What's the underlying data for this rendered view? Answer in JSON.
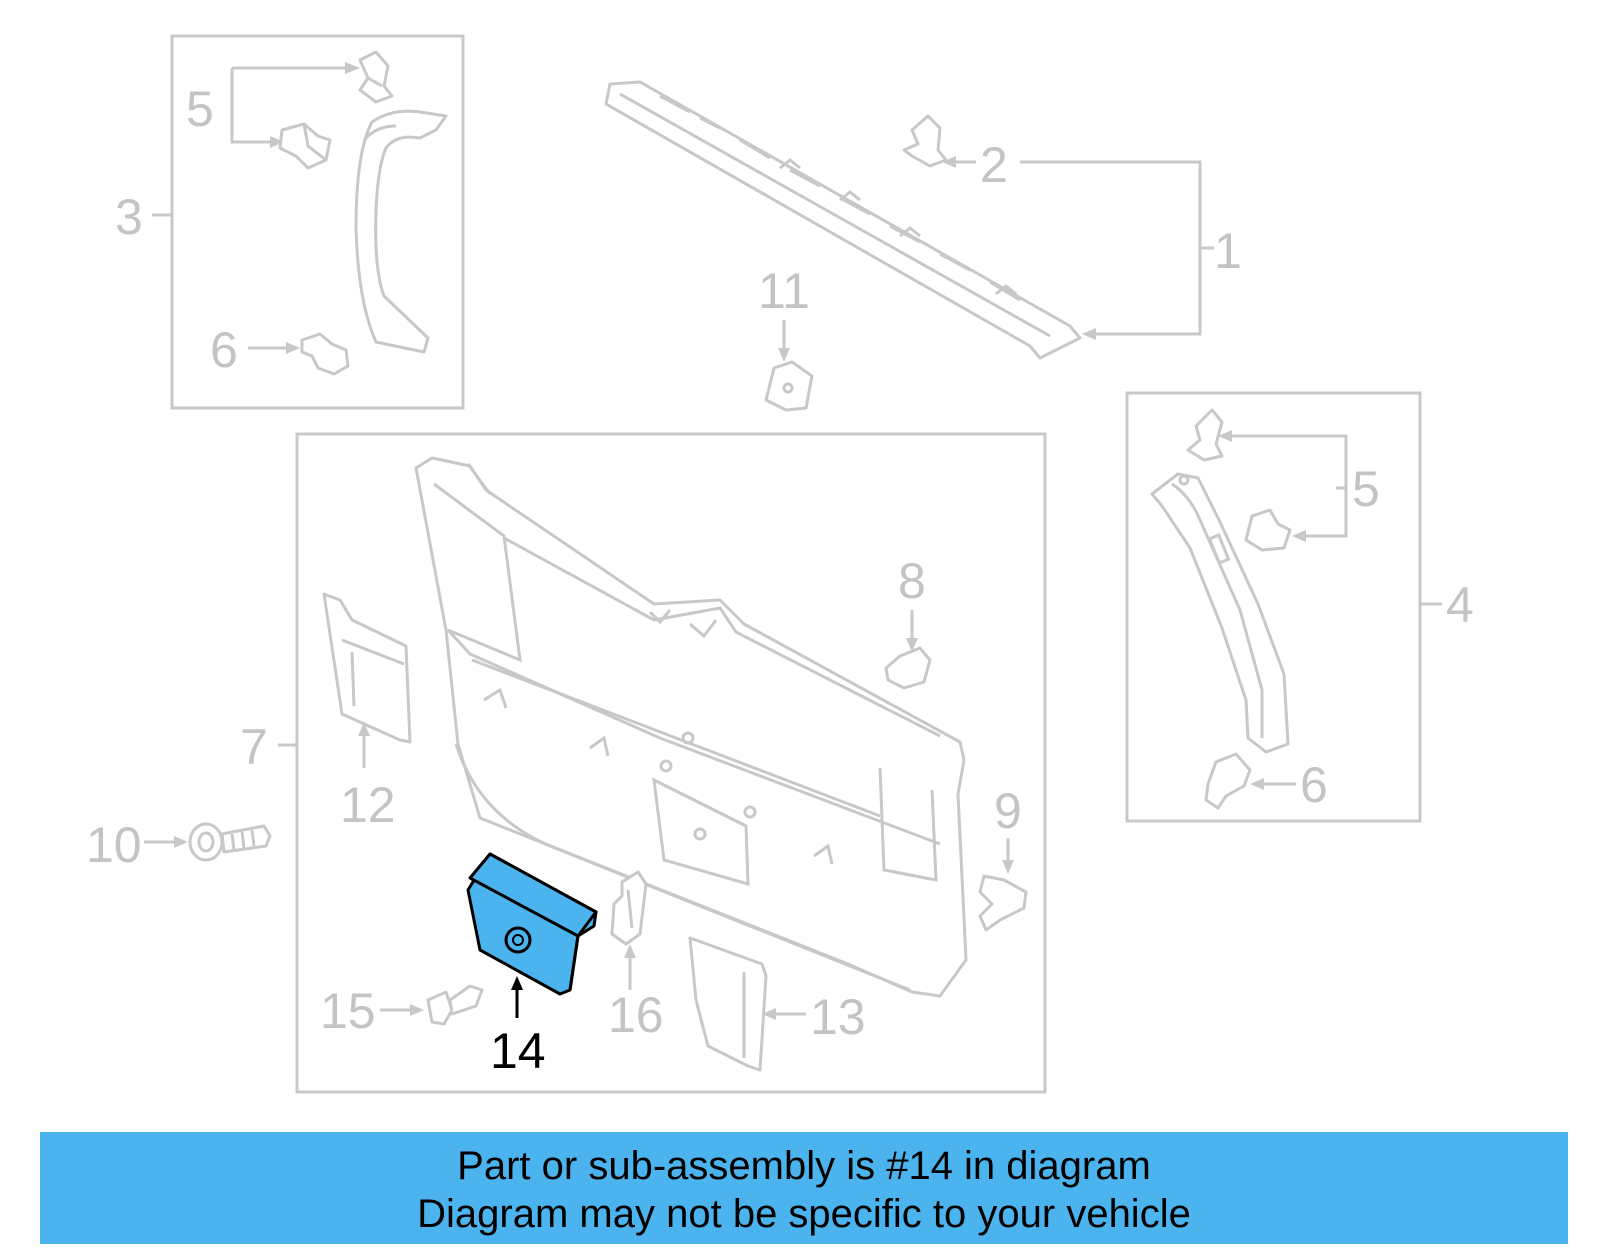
{
  "callouts": {
    "c1": "1",
    "c2": "2",
    "c3": "3",
    "c4": "4",
    "c5a": "5",
    "c5b": "5",
    "c6a": "6",
    "c6b": "6",
    "c7": "7",
    "c8": "8",
    "c9": "9",
    "c10": "10",
    "c11": "11",
    "c12": "12",
    "c13": "13",
    "c14": "14",
    "c15": "15",
    "c16": "16"
  },
  "highlight": {
    "part_number": "14",
    "color": "#4bb4ef"
  },
  "banner": {
    "line1": "Part or sub-assembly is #14 in diagram",
    "line2": "Diagram may not be specific to your vehicle",
    "color": "#4bb4ef"
  }
}
